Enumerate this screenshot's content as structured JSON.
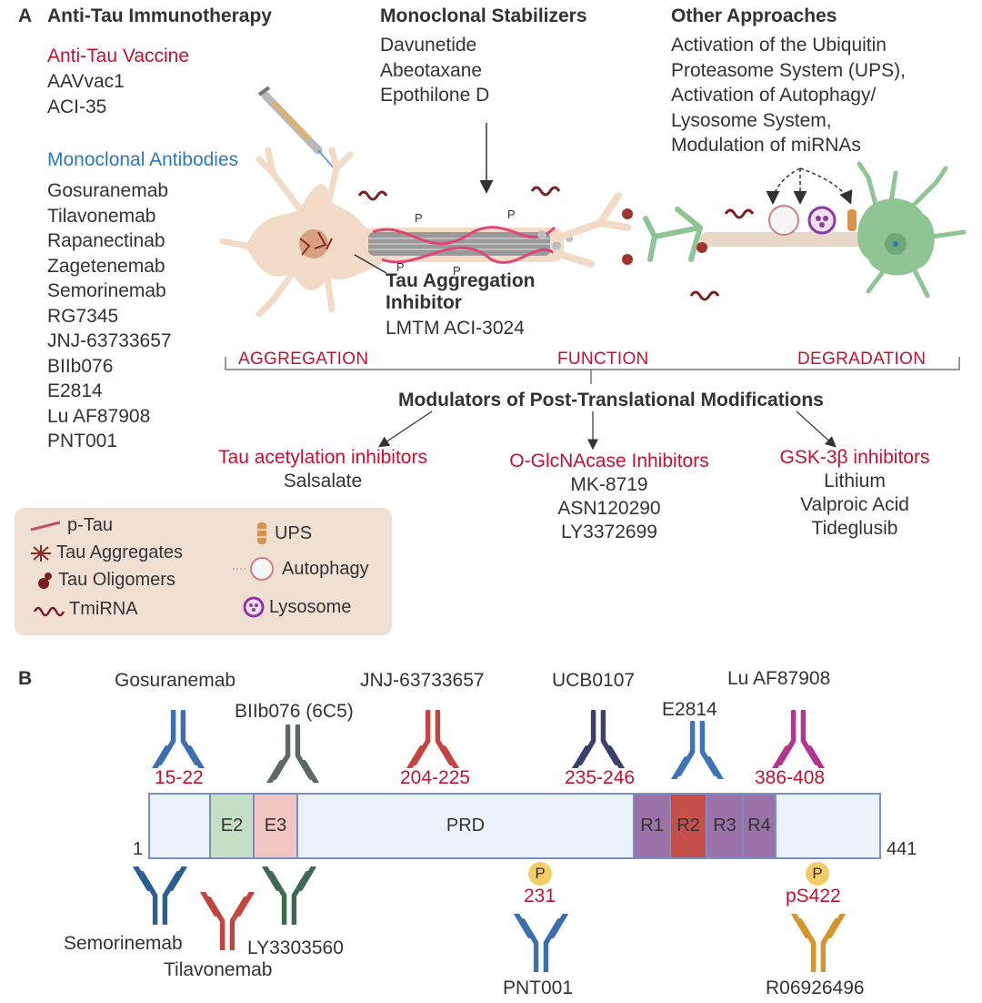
{
  "panel_a": {
    "letter": "A",
    "immuno": {
      "title": "Anti-Tau Immunotherapy",
      "vaccine_title": "Anti-Tau Vaccine",
      "vaccines": [
        "AAVvac1",
        "ACI-35"
      ],
      "mab_title": "Monoclonal Antibodies",
      "mabs": [
        "Gosuranemab",
        "Tilavonemab",
        "Rapanectinab",
        "Zagetenemab",
        "Semorinemab",
        "RG7345",
        "JNJ-63733657",
        "BIIb076",
        "E2814",
        "Lu AF87908",
        "PNT001"
      ]
    },
    "stabilizers": {
      "title": "Monoclonal Stabilizers",
      "items": [
        "Davunetide",
        "Abeotaxane",
        "Epothilone D"
      ]
    },
    "other": {
      "title": "Other Approaches",
      "lines": [
        "Activation of the Ubiquitin",
        "Proteasome System (UPS),",
        "Activation of Autophagy/",
        "Lysosome System,",
        "Modulation of miRNAs"
      ]
    },
    "aggregation_inhibitor": {
      "title_line1": "Tau Aggregation",
      "title_line2": "Inhibitor",
      "drug": "LMTM ACI-3024"
    },
    "categories": [
      "AGGREGATION",
      "FUNCTION",
      "DEGRADATION"
    ],
    "ptm": {
      "title": "Modulators of Post-Translational Modifications",
      "groups": [
        {
          "title": "Tau acetylation inhibitors",
          "items": [
            "Salsalate"
          ]
        },
        {
          "title": "O-GlcNAcase Inhibitors",
          "items": [
            "MK-8719",
            "ASN120290",
            "LY3372699"
          ]
        },
        {
          "title": "GSK-3β inhibitors",
          "items": [
            "Lithium",
            "Valproic Acid",
            "Tideglusib"
          ]
        }
      ]
    },
    "legend": {
      "ptau": "p-Tau",
      "aggregates": "Tau Aggregates",
      "oligomers": "Tau Oligomers",
      "tmirna": "TmiRNA",
      "ups": "UPS",
      "autophagy": "Autophagy",
      "lysosome": "Lysosome"
    },
    "phospho_mark": "P"
  },
  "panel_b": {
    "letter": "B",
    "start": "1",
    "end": "441",
    "domains": [
      "E2",
      "E3",
      "PRD",
      "R1",
      "R2",
      "R3",
      "R4"
    ],
    "top_antibodies": [
      {
        "name": "Gosuranemab",
        "epitope": "15-22",
        "color": "#3d6fb0"
      },
      {
        "name": "BIIb076 (6C5)",
        "epitope": "",
        "color": "#5f6964"
      },
      {
        "name": "JNJ-63733657",
        "epitope": "204-225",
        "color": "#c5443f"
      },
      {
        "name": "UCB0107",
        "epitope": "235-246",
        "color": "#3a3f6e"
      },
      {
        "name": "E2814",
        "epitope": "",
        "color": "#3d74b8"
      },
      {
        "name": "Lu AF87908",
        "epitope": "386-408",
        "color": "#b2358f"
      }
    ],
    "bottom_antibodies": [
      {
        "name": "Semorinemab",
        "color": "#2c5f8f"
      },
      {
        "name": "Tilavonemab",
        "color": "#c5443f"
      },
      {
        "name": "LY3303560",
        "color": "#3e6a55"
      },
      {
        "name": "PNT001",
        "epitope": "231",
        "color": "#3d6fb0"
      },
      {
        "name": "R06926496",
        "epitope": "pS422",
        "color": "#d4952a"
      }
    ],
    "phospho_mark": "P"
  }
}
